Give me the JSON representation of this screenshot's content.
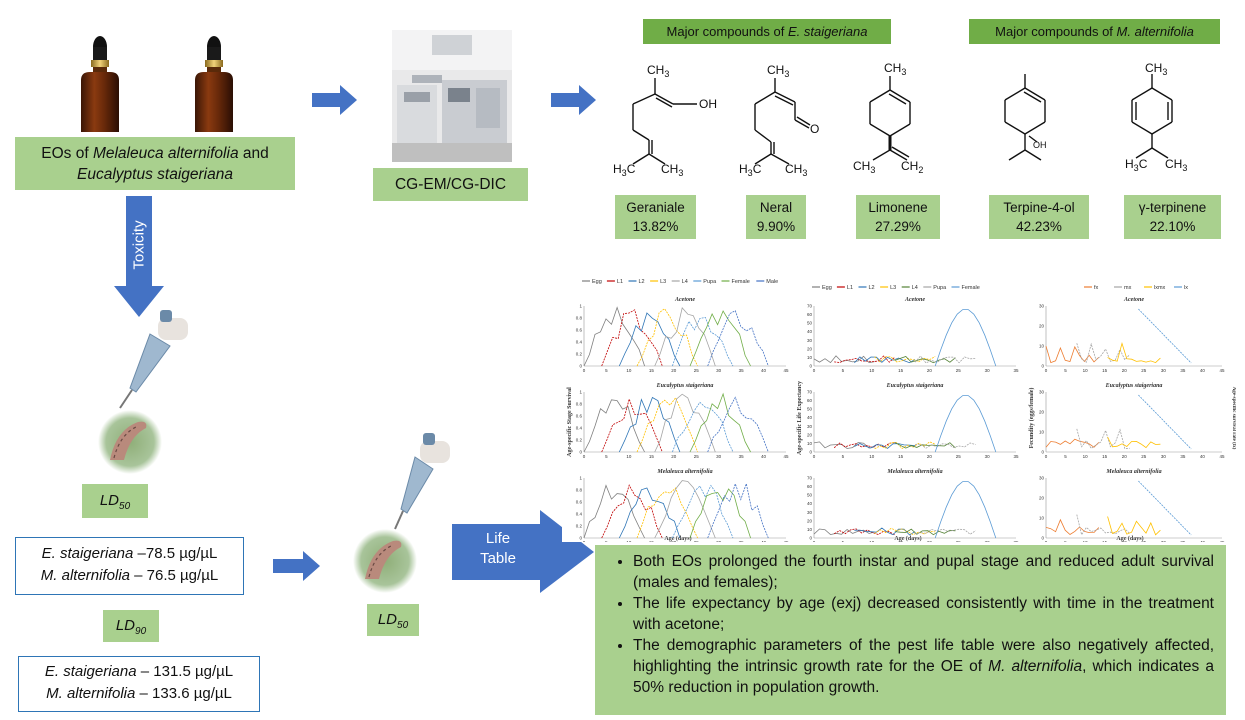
{
  "eos": {
    "line1_pre": "EOs of ",
    "line1_ital": "Melaleuca alternifolia",
    "line1_post": " and",
    "line2_ital": "Eucalyptus staigeriana"
  },
  "toxicity_label": "Toxicity",
  "instrument_label": "CG-EM/CG-DIC",
  "headers": {
    "es_pre": "Major compounds of ",
    "es_ital": "E. staigeriana",
    "ma_pre": "Major compounds of ",
    "ma_ital": "M. alternifolia"
  },
  "compounds": [
    {
      "name": "Geraniale",
      "pct": "13.82%"
    },
    {
      "name": "Neral",
      "pct": "9.90%"
    },
    {
      "name": "Limonene",
      "pct": "27.29%"
    },
    {
      "name": "Terpine-4-ol",
      "pct": "42.23%"
    },
    {
      "name": "γ-terpinene",
      "pct": "22.10%"
    }
  ],
  "ld50_label": "LD",
  "ld50_sub": "50",
  "ld90_label": "LD",
  "ld90_sub": "90",
  "ld50_values": {
    "es_name": "E. staigeriana",
    "es_val": " –78.5 µg/µL",
    "ma_name": "M. alternifolia",
    "ma_val": " – 76.5 µg/µL"
  },
  "ld90_values": {
    "es_name": "E. staigeriana",
    "es_val": " – 131.5 µg/µL",
    "ma_name": "M. alternifolia",
    "ma_val": " – 133.6 µg/µL"
  },
  "life_table_label_1": "Life",
  "life_table_label_2": "Table",
  "bullets": {
    "b1": "Both EOs prolonged the fourth instar and pupal stage and reduced adult survival (males and females);",
    "b2": "The life expectancy by age (exj) decreased consistently with time in the treatment with acetone;",
    "b3_pre": "The demographic parameters of the pest life table were also negatively affected, highlighting the intrinsic growth rate for the OE of ",
    "b3_ital": "M. alternifolia",
    "b3_post": ", which indicates a 50% reduction in population growth."
  },
  "chart_data": [
    {
      "type": "line",
      "panel": "stage-survival",
      "ylabel": "Age-specific Stage Survival",
      "xlabel": "Age (days)",
      "legend": [
        "Egg",
        "L1",
        "L2",
        "L3",
        "L4",
        "Pupa",
        "Female",
        "Male"
      ],
      "subplots": [
        "Acetone",
        "Eucalyptus staigeriana",
        "Melaleuca alternifolia"
      ],
      "yticks": [
        "0",
        "0.2",
        "0.4",
        "0.6",
        "0.8",
        "1"
      ],
      "xticks": [
        "0",
        "5",
        "10",
        "15",
        "20",
        "25",
        "30",
        "35",
        "40",
        "45"
      ]
    },
    {
      "type": "line",
      "panel": "life-expectancy",
      "ylabel": "Age-specific Life Expectancy",
      "xlabel": "Age (days)",
      "legend": [
        "Egg",
        "L1",
        "L2",
        "L3",
        "L4",
        "Pupa",
        "Female"
      ],
      "subplots": [
        "Acetone",
        "Eucalyptus staigeriana",
        "Melaleuca alternifolia"
      ],
      "yticks": [
        "0",
        "10",
        "20",
        "30",
        "40",
        "50",
        "60",
        "70"
      ],
      "xticks": [
        "0",
        "5",
        "10",
        "15",
        "20",
        "25",
        "30",
        "35"
      ]
    },
    {
      "type": "line",
      "panel": "fecundity",
      "ylabel": "Fecundity (eggs/female)",
      "ylabel2": "Age-specific survival rate (lx)",
      "xlabel": "Age (days)",
      "legend": [
        "fx",
        "mx",
        "lxmx",
        "lx"
      ],
      "subplots": [
        "Acetone",
        "Eucalyptus staigeriana",
        "Melaleuca alternifolia"
      ],
      "yticks": [
        "0",
        "10",
        "20",
        "30"
      ],
      "xticks": [
        "0",
        "5",
        "10",
        "15",
        "20",
        "25",
        "30",
        "35",
        "40",
        "45"
      ]
    }
  ]
}
